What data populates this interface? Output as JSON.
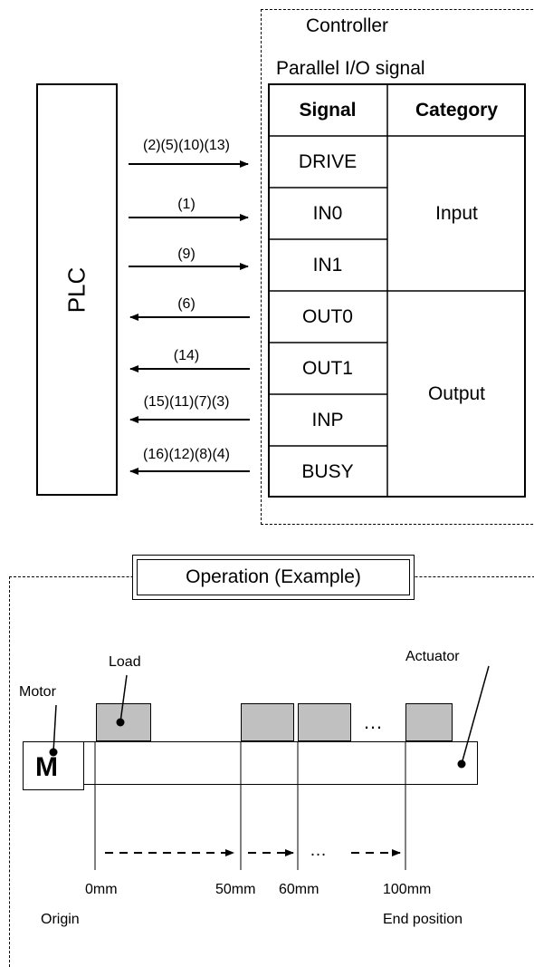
{
  "controller": {
    "title": "Controller",
    "io_title": "Parallel I/O signal",
    "table_headers": [
      "Signal",
      "Category"
    ],
    "signals": [
      "DRIVE",
      "IN0",
      "IN1",
      "OUT0",
      "OUT1",
      "INP",
      "BUSY"
    ],
    "categories": [
      "Input",
      "Output"
    ]
  },
  "plc": {
    "label": "PLC"
  },
  "arrows": [
    {
      "label": "(2)(5)(10)(13)",
      "direction": "to-controller"
    },
    {
      "label": "(1)",
      "direction": "to-controller"
    },
    {
      "label": "(9)",
      "direction": "to-controller"
    },
    {
      "label": "(6)",
      "direction": "to-plc"
    },
    {
      "label": "(14)",
      "direction": "to-plc"
    },
    {
      "label": "(15)(11)(7)(3)",
      "direction": "to-plc"
    },
    {
      "label": "(16)(12)(8)(4)",
      "direction": "to-plc"
    }
  ],
  "operation": {
    "title": "Operation (Example)",
    "load_label": "Load",
    "actuator_label": "Actuator",
    "motor_label": "Motor",
    "motor_symbol": "M",
    "ellipsis": "…",
    "positions": [
      "0mm",
      "50mm",
      "60mm",
      "100mm"
    ],
    "origin_label": "Origin",
    "end_label": "End position",
    "load_color": "#c0c0c0"
  }
}
